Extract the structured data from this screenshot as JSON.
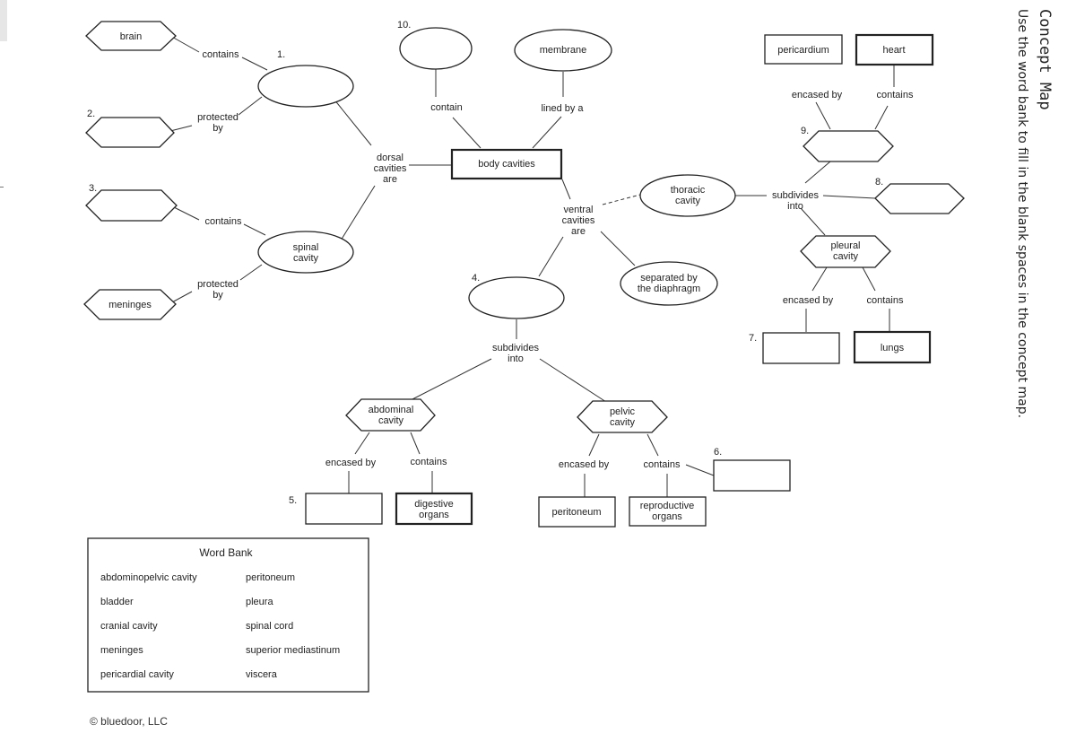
{
  "header": {
    "title": "Concept Map",
    "instructions": "Use the word bank to fill in the blank spaces in the concept map."
  },
  "nodes": {
    "brain": "brain",
    "n1": "",
    "n2": "",
    "n3": "",
    "spinal_cavity": [
      "spinal",
      "cavity"
    ],
    "meninges": "meninges",
    "n10": "",
    "membrane": "membrane",
    "body_cavities": "body cavities",
    "thoracic_cavity": [
      "thoracic",
      "cavity"
    ],
    "separated": [
      "separated by",
      "the diaphragm"
    ],
    "n4": "",
    "abdominal_cavity": [
      "abdominal",
      "cavity"
    ],
    "pelvic_cavity": [
      "pelvic",
      "cavity"
    ],
    "n5": "",
    "digestive_organs": [
      "digestive",
      "organs"
    ],
    "peritoneum": "peritoneum",
    "reproductive_organs": [
      "reproductive",
      "organs"
    ],
    "n6": "",
    "pericardium": "pericardium",
    "heart": "heart",
    "n9": "",
    "n8": "",
    "pleural_cavity": [
      "pleural",
      "cavity"
    ],
    "n7": "",
    "lungs": "lungs"
  },
  "links": {
    "contains_1": "contains",
    "protected_by_2": [
      "protected",
      "by"
    ],
    "contains_3": "contains",
    "protected_by_4": [
      "protected",
      "by"
    ],
    "dorsal": [
      "dorsal",
      "cavities",
      "are"
    ],
    "contain_top": "contain",
    "lined_by": "lined by a",
    "ventral": [
      "ventral",
      "cavities",
      "are"
    ],
    "subdivides_mid": [
      "subdivides",
      "into"
    ],
    "encased_by_abd": "encased by",
    "contains_abd": "contains",
    "encased_by_pel": "encased by",
    "contains_pel": "contains",
    "encased_by_th": "encased by",
    "contains_th": "contains",
    "subdivides_th": [
      "subdivides",
      "into"
    ],
    "encased_by_pl": "encased by",
    "contains_pl": "contains"
  },
  "numbers": {
    "n1": "1.",
    "n2": "2.",
    "n3": "3.",
    "n4": "4.",
    "n5": "5.",
    "n6": "6.",
    "n7": "7.",
    "n8": "8.",
    "n9": "9.",
    "n10": "10."
  },
  "word_bank": {
    "title": "Word Bank",
    "col1": [
      "abdominopelvic cavity",
      "bladder",
      "cranial cavity",
      "meninges",
      "pericardial cavity"
    ],
    "col2": [
      "peritoneum",
      "pleura",
      "spinal cord",
      "superior mediastinum",
      "viscera"
    ]
  },
  "footer": "© bluedoor, LLC"
}
